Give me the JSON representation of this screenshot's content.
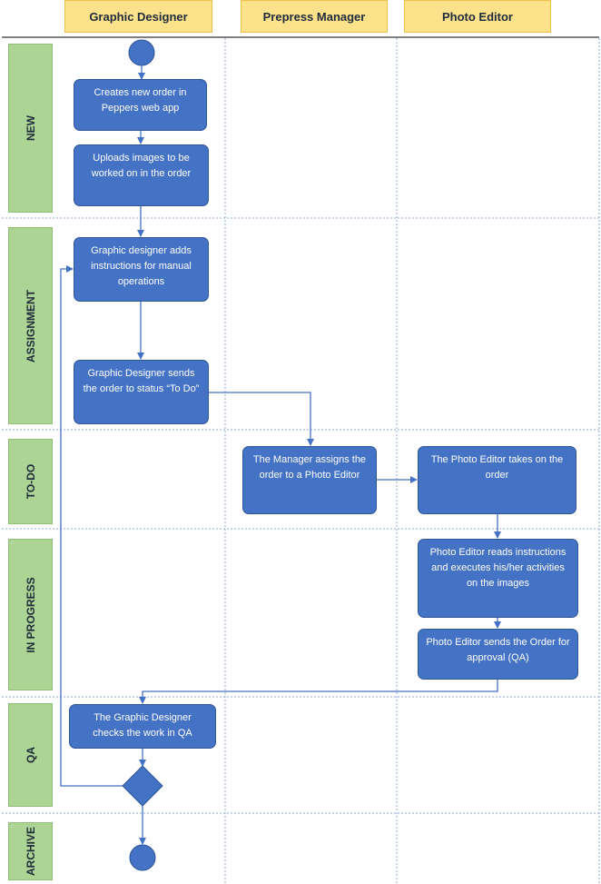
{
  "swimlanes": {
    "graphic_designer": "Graphic Designer",
    "prepress_manager": "Prepress Manager",
    "photo_editor": "Photo Editor"
  },
  "phases": {
    "new": "NEW",
    "assignment": "ASSIGNMENT",
    "todo": "TO-DO",
    "in_progress": "IN PROGRESS",
    "qa": "QA",
    "archive": "ARCHIVE"
  },
  "steps": {
    "create_order": "Creates new order in Peppers web app",
    "upload_images": "Uploads images to be worked on in the order",
    "add_instructions": "Graphic designer adds instructions for manual operations",
    "send_todo": "Graphic Designer sends the order to status “To Do”",
    "manager_assigns": "The Manager assigns the order to a Photo Editor",
    "editor_takes": "The Photo Editor takes on the order",
    "editor_executes": "Photo Editor reads instructions and executes his/her activities on the images",
    "editor_sends_qa": "Photo Editor sends the Order for approval (QA)",
    "designer_checks": "The Graphic Designer checks the work in QA"
  },
  "colors": {
    "lane_header_fill": "#fde28c",
    "phase_fill": "#acd495",
    "step_fill": "#4472c4",
    "connector": "#4472c4",
    "divider": "#8fa9d6"
  }
}
